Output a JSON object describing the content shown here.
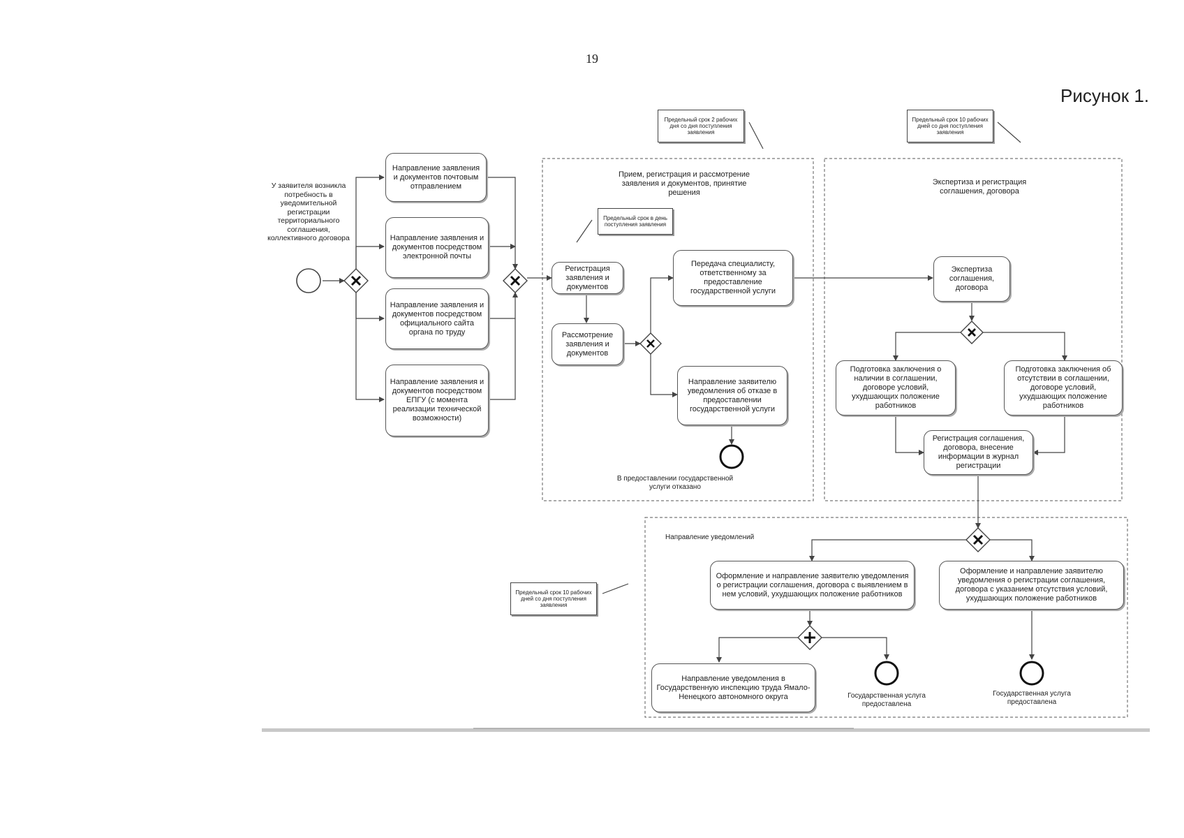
{
  "page_number": "19",
  "figure_label": "Рисунок 1.",
  "colors": {
    "line": "#444444",
    "box_border": "#555555",
    "shadow": "#aaaaaa",
    "dashed": "#777777"
  },
  "icons": {
    "exclusive_gateway": "x-gateway-icon",
    "parallel_gateway": "plus-gateway-icon",
    "start_event": "start-event-icon",
    "end_event": "end-event-icon"
  },
  "pool_labels": {
    "reception": "Прием, регистрация и рассмотрение заявления и документов, принятие решения",
    "expertise": "Экспертиза и регистрация соглашения, договора",
    "notifications": "Направление уведомлений"
  },
  "notes": {
    "deadline_2_days": "Предельный срок 2 рабочих дня со дня поступления заявления",
    "deadline_10_days_top": "Предельный срок 10 рабочих дней со дня поступления заявления",
    "deadline_same_day": "Предельный срок в день поступления заявления",
    "deadline_10_days_bottom": "Предельный срок 10 рабочих дней со дня поступления заявления"
  },
  "start_label": "У заявителя возникла потребность в уведомительной регистрации территориального соглашения, коллективного договора",
  "tasks": {
    "send_post": "Направление заявления и документов почтовым отправлением",
    "send_email": "Направление заявления и документов посредством электронной почты",
    "send_site": "Направление заявления и документов посредством официального сайта органа по труду",
    "send_epgu": "Направление заявления и документов посредством ЕПГУ (с момента реализации технической возможности)",
    "register": "Регистрация заявления и документов",
    "review": "Рассмотрение заявления и документов",
    "transfer": "Передача специалисту, ответственному за предоставление государственной услуги",
    "refusal": "Направление заявителю уведомления об отказе в предоставлении государственной услуги",
    "expertise": "Экспертиза соглашения, договора",
    "conclusion_present": "Подготовка заключения о наличии в соглашении, договоре условий, ухудшающих положение работников",
    "conclusion_absent": "Подготовка заключения об отсутствии в соглашении, договоре условий, ухудшающих положение работников",
    "registration": "Регистрация соглашения, договора, внесение информации в журнал регистрации",
    "notify_with": "Оформление и направление заявителю уведомления о регистрации соглашения, договора с выявлением в нем условий, ухудшающих положение работников",
    "notify_without": "Оформление и направление заявителю уведомления о регистрации соглашения, договора с указанием отсутствия условий, ухудшающих положение работников",
    "notify_inspection": "Направление уведомления в Государственную инспекцию труда Ямало-Ненецкого автономного округа"
  },
  "end_labels": {
    "refused": "В предоставлении государственной услуги отказано",
    "provided_1": "Государственная услуга предоставлена",
    "provided_2": "Государственная услуга предоставлена"
  }
}
